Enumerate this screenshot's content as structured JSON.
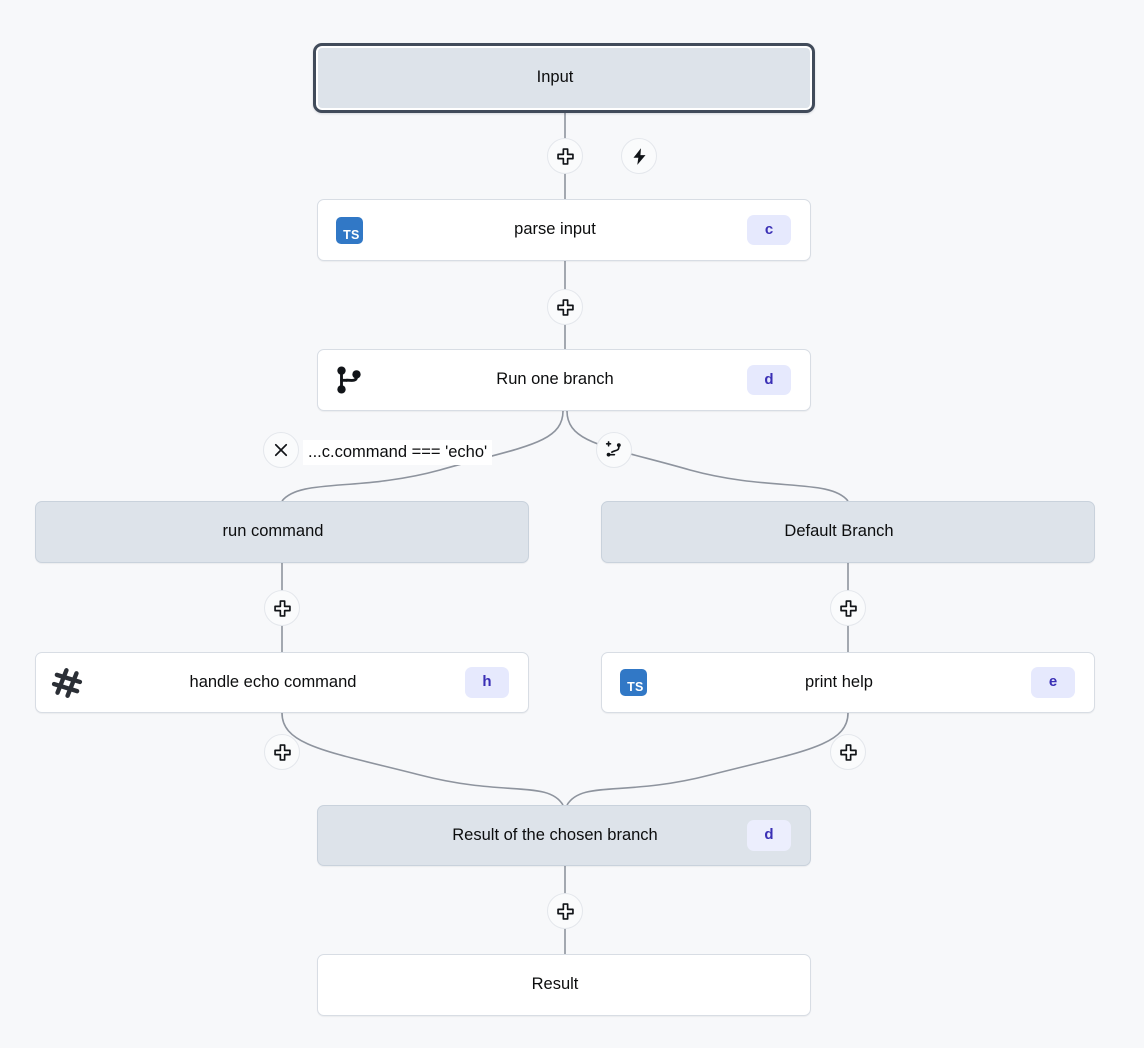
{
  "canvas": {
    "background_color": "#f7f8fa",
    "edge_color": "#8e949e"
  },
  "palette": {
    "node_fill_gray": "#dde3ea",
    "node_fill_white": "#ffffff",
    "node_border": "#d8dde4",
    "selected_border": "#414b5a",
    "badge_bg": "#e6e9fd",
    "badge_text": "#3a2fb5",
    "ts_icon_bg": "#3178c6"
  },
  "nodes": {
    "input": {
      "label": "Input",
      "icon": "",
      "badge": ""
    },
    "parse_input": {
      "label": "parse input",
      "icon": "typescript-icon",
      "icon_text": "TS",
      "badge": "c"
    },
    "run_one_branch": {
      "label": "Run one branch",
      "icon": "git-branch-icon",
      "badge": "d"
    },
    "run_command": {
      "label": "run command",
      "icon": "",
      "badge": ""
    },
    "default_branch": {
      "label": "Default Branch",
      "icon": "",
      "badge": ""
    },
    "handle_echo": {
      "label": "handle echo command",
      "icon": "hash-tilted-icon",
      "badge": "h"
    },
    "print_help": {
      "label": "print help",
      "icon": "typescript-icon",
      "icon_text": "TS",
      "badge": "e"
    },
    "result_chosen": {
      "label": "Result of the chosen branch",
      "icon": "",
      "badge": "d"
    },
    "result": {
      "label": "Result",
      "icon": "",
      "badge": ""
    }
  },
  "edge_labels": {
    "condition_echo": "...c.command === 'echo'"
  },
  "handles": {
    "add_after_input": "add-step-icon",
    "trigger_after_input": "lightning-icon",
    "add_after_parse": "add-step-icon",
    "remove_branch": "close-icon",
    "add_branch": "git-branch-plus-icon",
    "add_in_left_branch": "add-step-icon",
    "add_in_right_branch": "add-step-icon",
    "add_after_handle_echo": "add-step-icon",
    "add_after_print_help": "add-step-icon",
    "add_after_result_chosen": "add-step-icon"
  }
}
